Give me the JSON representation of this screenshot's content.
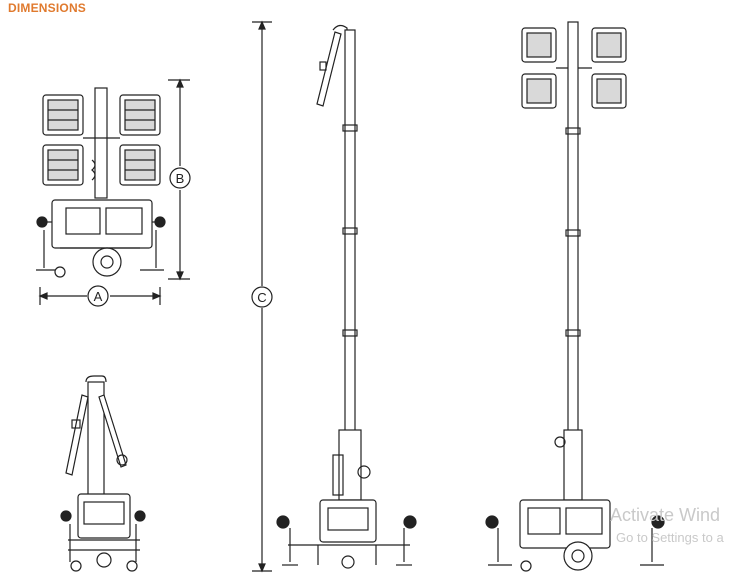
{
  "heading": "DIMENSIONS",
  "dimension_labels": {
    "a": "A",
    "b": "B",
    "c": "C"
  },
  "watermark": {
    "line1": "Activate Wind",
    "line2": "Go to Settings to a"
  },
  "colors": {
    "heading": "#e07a2e",
    "line": "#222222",
    "lamp_fill": "#d9d9d9",
    "watermark": "#c9c9c9"
  }
}
